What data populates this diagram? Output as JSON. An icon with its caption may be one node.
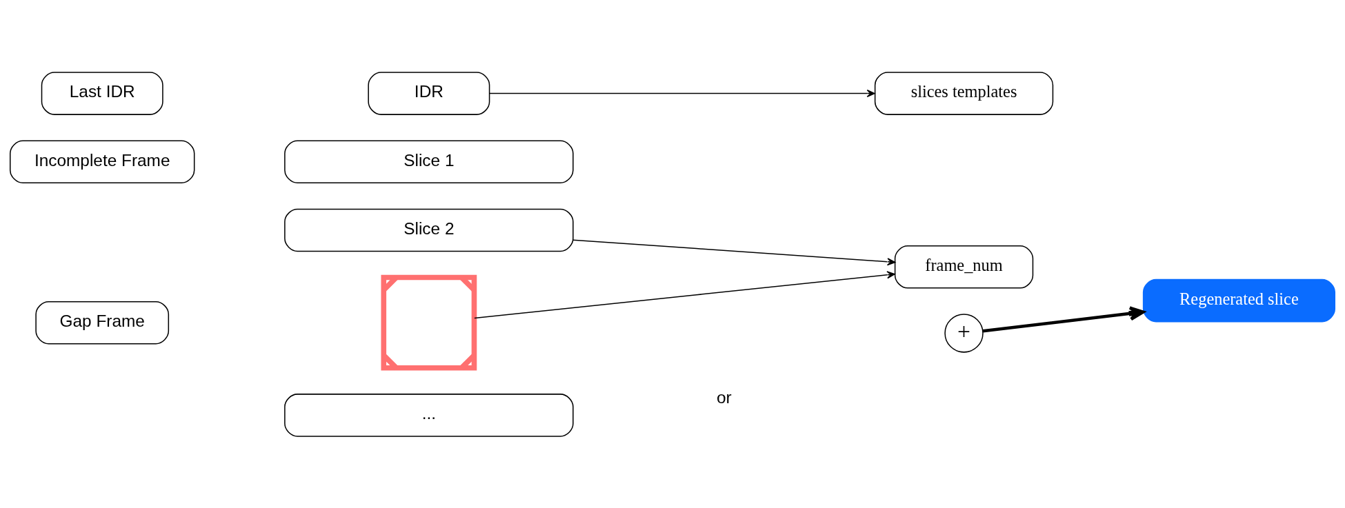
{
  "diagram": {
    "nodes": [
      {
        "text": [
          "Incomplete Frame"
        ]
      },
      {
        "text": [
          "Slice 1"
        ]
      },
      {
        "text": [
          "Slice 2"
        ]
      },
      {
        "text": [
          "..."
        ]
      },
      {
        "text": [
          "Gap Frame"
        ]
      },
      {
        "text": [],
        "shape": "cross"
      },
      {
        "text": [
          "Last IDR"
        ]
      },
      {
        "text": [
          "IDR"
        ]
      },
      {
        "text": [
          "frame_num"
        ]
      },
      {
        "text": [
          "slices templates"
        ]
      },
      {
        "text": [
          "+"
        ]
      },
      {
        "text": [
          "Regenerated slice"
        ]
      }
    ],
    "edges": [
      {
        "from": 2,
        "to": 8,
        "arrow": "to"
      },
      {
        "from": 5,
        "to": 8,
        "arrow": "to"
      },
      {
        "from": 7,
        "to": 9,
        "arrow": "to"
      },
      {
        "from": 10,
        "to": 11,
        "arrow": "to",
        "style": "thick"
      }
    ],
    "labels": [
      "or"
    ]
  }
}
